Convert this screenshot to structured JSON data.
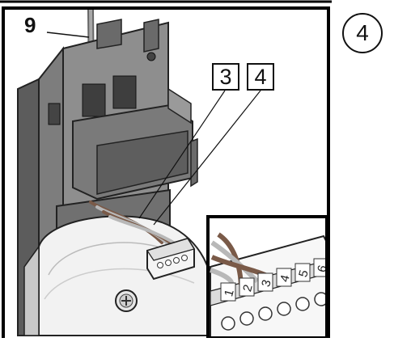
{
  "step_number": "4",
  "part_label": "9",
  "wire_callouts": [
    "3",
    "4"
  ],
  "terminal_numbers": [
    "1",
    "2",
    "3",
    "4",
    "5",
    "6"
  ],
  "icons": {
    "mount_plate": "wall-mounting-plate",
    "cable": "wall-cable",
    "terminal_block": "terminal-block-connector",
    "screw": "fixing-screw",
    "detail": "terminal-detail-magnifier"
  },
  "colors": {
    "frame": "#000000",
    "plate": "#8a8a8a",
    "plate_dark": "#555555",
    "wire_brown": "#7a5a48",
    "wire_grey": "#b8b8b8",
    "background": "#ffffff"
  }
}
